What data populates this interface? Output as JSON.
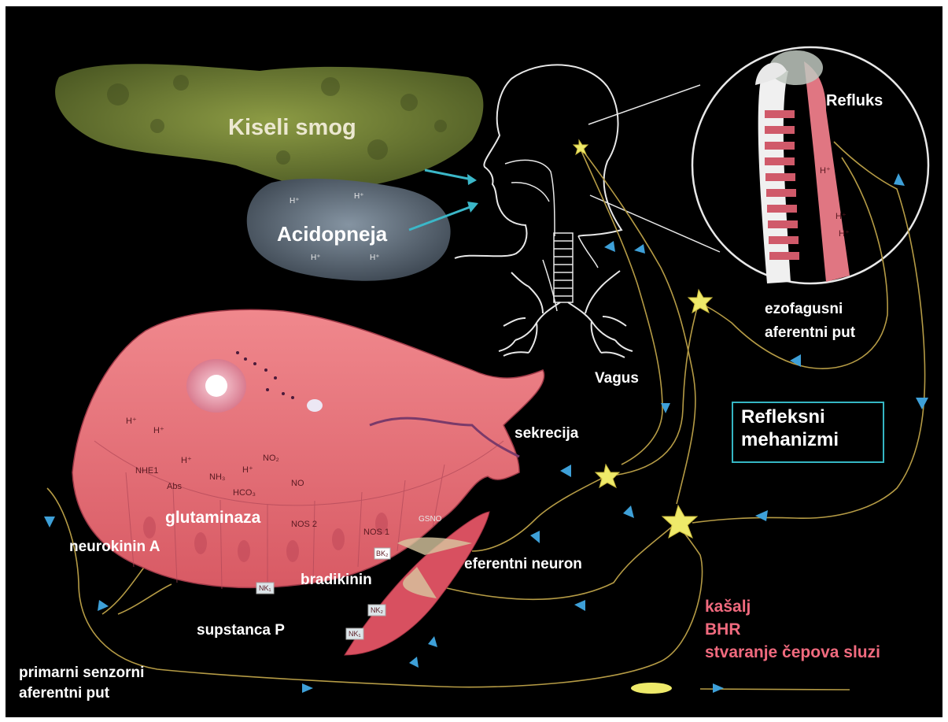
{
  "labels": {
    "kiseli_smog": "Kiseli smog",
    "acidopneja": "Acidopneja",
    "refluks": "Refluks",
    "vagus": "Vagus",
    "ezofagusni_1": "ezofagusni",
    "ezofagusni_2": "aferentni put",
    "refleksni_1": "Refleksni",
    "refleksni_2": "mehanizmi",
    "sekrecija": "sekrecija",
    "glutaminaza": "glutaminaza",
    "neurokinin": "neurokinin A",
    "bradikinin": "bradikinin",
    "eferentni": "eferentni neuron",
    "supstanca": "supstanca P",
    "primarni_1": "primarni senzorni",
    "primarni_2": "aferentni put",
    "kasalj": "kašalj",
    "bhr": "BHR",
    "cepovi": "stvaranje čepova sluzi"
  },
  "small_labels": {
    "h_plus": "H⁺",
    "nhe1": "NHE1",
    "abs": "Abs",
    "nh3": "NH₃",
    "no2": "NO₂",
    "hco3": "HCO₃",
    "no": "NO",
    "nos2": "NOS 2",
    "nos1": "NOS 1",
    "gsno": "GSNO",
    "bk2": "BK₂",
    "nk1": "NK₁",
    "nk2": "NK₂"
  },
  "colors": {
    "background": "#000000",
    "tissue": "#e06a72",
    "nerve": "#b59b45",
    "arrow": "#3ea0d8",
    "neuron": "#eeea6a",
    "smog": "#7a8a3c",
    "acid_cloud": "#6d7d8c",
    "box_border": "#35b6c3",
    "effect_text": "#f06a7e"
  },
  "icons": [
    "arrow-icon",
    "neuron-icon"
  ]
}
